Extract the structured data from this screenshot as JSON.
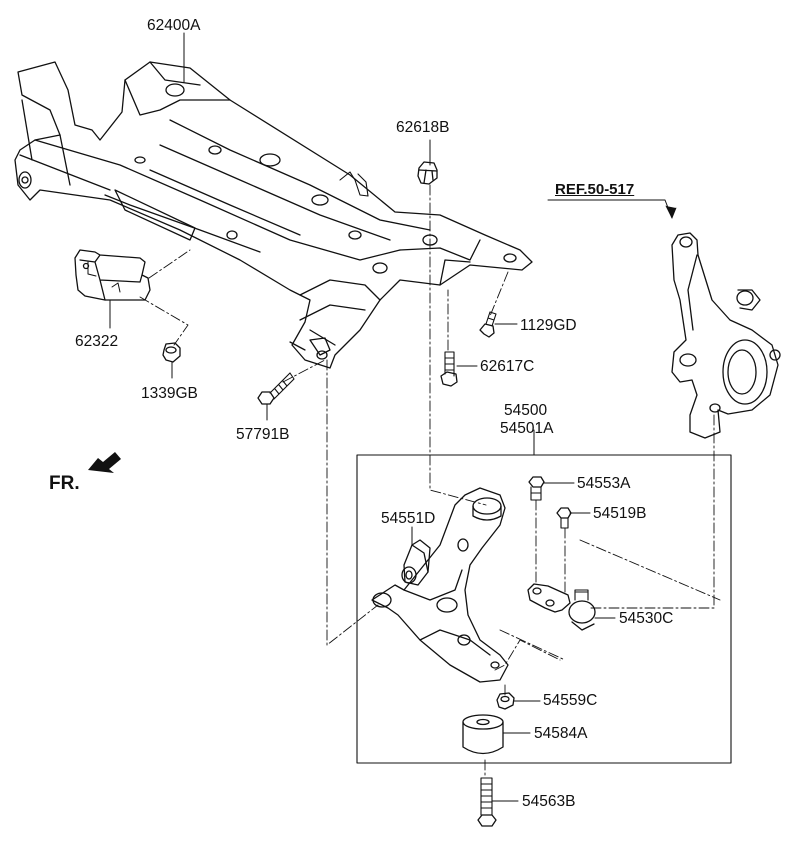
{
  "labels": {
    "subframe": "62400A",
    "nut_62618b": "62618B",
    "ref": "REF.50-517",
    "bolt_1129gd": "1129GD",
    "bracket_62322": "62322",
    "nut_1339gb": "1339GB",
    "bolt_57791b": "57791B",
    "bolt_62617c": "62617C",
    "assy_54500": "54500",
    "assy_54501a": "54501A",
    "front": "FR.",
    "bolt_54553a": "54553A",
    "bushing_54551d": "54551D",
    "bolt_54519b": "54519B",
    "balljoint_54530c": "54530C",
    "nut_54559c": "54559C",
    "bushing_54584a": "54584A",
    "bolt_54563b": "54563B"
  },
  "colors": {
    "line": "#111111",
    "paper": "#ffffff"
  }
}
